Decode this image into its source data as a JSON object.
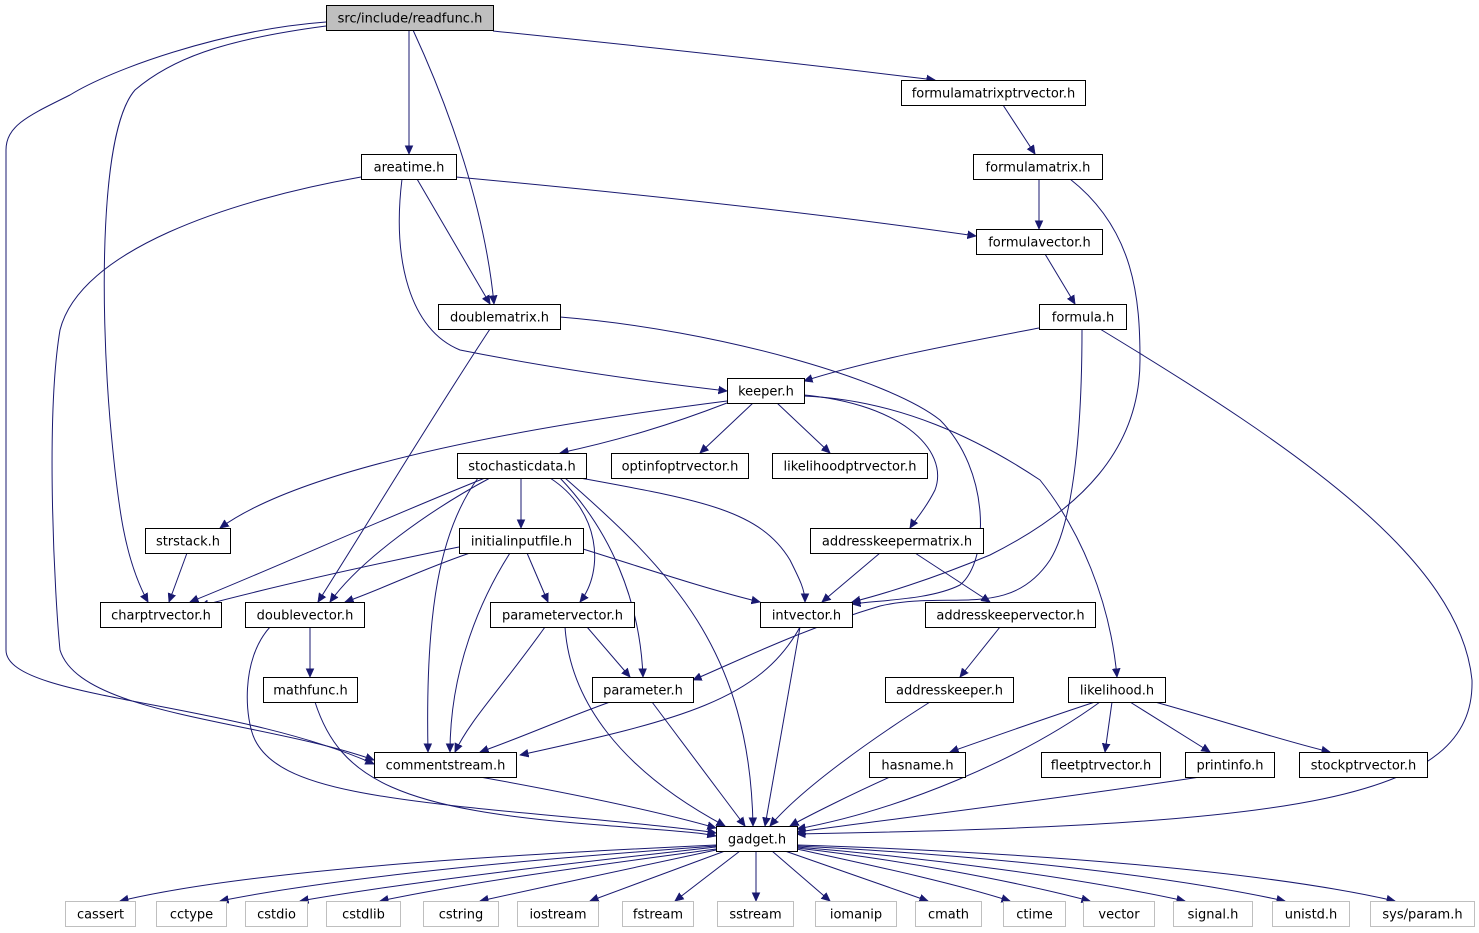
{
  "diagram": {
    "edge_color": "#191970",
    "root_fill": "#bfbfbf",
    "system_border": "#bfbfbf",
    "nodes": [
      {
        "id": "readfunc",
        "label": "src/include/readfunc.h",
        "kind": "root"
      },
      {
        "id": "formulamatrixptrvector",
        "label": "formulamatrixptrvector.h",
        "kind": "normal"
      },
      {
        "id": "areatime",
        "label": "areatime.h",
        "kind": "normal"
      },
      {
        "id": "formulamatrix",
        "label": "formulamatrix.h",
        "kind": "normal"
      },
      {
        "id": "formulavector",
        "label": "formulavector.h",
        "kind": "normal"
      },
      {
        "id": "doublematrix",
        "label": "doublematrix.h",
        "kind": "normal"
      },
      {
        "id": "formula",
        "label": "formula.h",
        "kind": "normal"
      },
      {
        "id": "keeper",
        "label": "keeper.h",
        "kind": "normal"
      },
      {
        "id": "stochasticdata",
        "label": "stochasticdata.h",
        "kind": "normal"
      },
      {
        "id": "optinfoptrvector",
        "label": "optinfoptrvector.h",
        "kind": "normal"
      },
      {
        "id": "likelihoodptrvector",
        "label": "likelihoodptrvector.h",
        "kind": "normal"
      },
      {
        "id": "strstack",
        "label": "strstack.h",
        "kind": "normal"
      },
      {
        "id": "initialinputfile",
        "label": "initialinputfile.h",
        "kind": "normal"
      },
      {
        "id": "addresskeepermatrix",
        "label": "addresskeepermatrix.h",
        "kind": "normal"
      },
      {
        "id": "charptrvector",
        "label": "charptrvector.h",
        "kind": "normal"
      },
      {
        "id": "doublevector",
        "label": "doublevector.h",
        "kind": "normal"
      },
      {
        "id": "parametervector",
        "label": "parametervector.h",
        "kind": "normal"
      },
      {
        "id": "intvector",
        "label": "intvector.h",
        "kind": "normal"
      },
      {
        "id": "addresskeepervector",
        "label": "addresskeepervector.h",
        "kind": "normal"
      },
      {
        "id": "mathfunc",
        "label": "mathfunc.h",
        "kind": "normal"
      },
      {
        "id": "parameter",
        "label": "parameter.h",
        "kind": "normal"
      },
      {
        "id": "addresskeeper",
        "label": "addresskeeper.h",
        "kind": "normal"
      },
      {
        "id": "likelihood",
        "label": "likelihood.h",
        "kind": "normal"
      },
      {
        "id": "commentstream",
        "label": "commentstream.h",
        "kind": "normal"
      },
      {
        "id": "hasname",
        "label": "hasname.h",
        "kind": "normal"
      },
      {
        "id": "fleetptrvector",
        "label": "fleetptrvector.h",
        "kind": "normal"
      },
      {
        "id": "printinfo",
        "label": "printinfo.h",
        "kind": "normal"
      },
      {
        "id": "stockptrvector",
        "label": "stockptrvector.h",
        "kind": "normal"
      },
      {
        "id": "gadget",
        "label": "gadget.h",
        "kind": "normal"
      },
      {
        "id": "cassert",
        "label": "cassert",
        "kind": "system"
      },
      {
        "id": "cctype",
        "label": "cctype",
        "kind": "system"
      },
      {
        "id": "cstdio",
        "label": "cstdio",
        "kind": "system"
      },
      {
        "id": "cstdlib",
        "label": "cstdlib",
        "kind": "system"
      },
      {
        "id": "cstring",
        "label": "cstring",
        "kind": "system"
      },
      {
        "id": "iostream",
        "label": "iostream",
        "kind": "system"
      },
      {
        "id": "fstream",
        "label": "fstream",
        "kind": "system"
      },
      {
        "id": "sstream",
        "label": "sstream",
        "kind": "system"
      },
      {
        "id": "iomanip",
        "label": "iomanip",
        "kind": "system"
      },
      {
        "id": "cmath",
        "label": "cmath",
        "kind": "system"
      },
      {
        "id": "ctime",
        "label": "ctime",
        "kind": "system"
      },
      {
        "id": "vector",
        "label": "vector",
        "kind": "system"
      },
      {
        "id": "signal",
        "label": "signal.h",
        "kind": "system"
      },
      {
        "id": "unistd",
        "label": "unistd.h",
        "kind": "system"
      },
      {
        "id": "sysparam",
        "label": "sys/param.h",
        "kind": "system"
      }
    ],
    "edges": [
      {
        "from": "readfunc",
        "to": "areatime"
      },
      {
        "from": "readfunc",
        "to": "doublematrix"
      },
      {
        "from": "readfunc",
        "to": "formulamatrixptrvector"
      },
      {
        "from": "readfunc",
        "to": "charptrvector"
      },
      {
        "from": "readfunc",
        "to": "commentstream"
      },
      {
        "from": "formulamatrixptrvector",
        "to": "formulamatrix"
      },
      {
        "from": "formulamatrix",
        "to": "formulavector"
      },
      {
        "from": "formulamatrix",
        "to": "intvector"
      },
      {
        "from": "formulavector",
        "to": "formula"
      },
      {
        "from": "formula",
        "to": "keeper"
      },
      {
        "from": "formula",
        "to": "parameter"
      },
      {
        "from": "formula",
        "to": "gadget"
      },
      {
        "from": "areatime",
        "to": "formulavector"
      },
      {
        "from": "areatime",
        "to": "doublematrix"
      },
      {
        "from": "areatime",
        "to": "keeper"
      },
      {
        "from": "areatime",
        "to": "commentstream"
      },
      {
        "from": "doublematrix",
        "to": "doublevector"
      },
      {
        "from": "doublematrix",
        "to": "intvector"
      },
      {
        "from": "keeper",
        "to": "stochasticdata"
      },
      {
        "from": "keeper",
        "to": "optinfoptrvector"
      },
      {
        "from": "keeper",
        "to": "likelihoodptrvector"
      },
      {
        "from": "keeper",
        "to": "strstack"
      },
      {
        "from": "keeper",
        "to": "addresskeepermatrix"
      },
      {
        "from": "keeper",
        "to": "likelihood"
      },
      {
        "from": "stochasticdata",
        "to": "initialinputfile"
      },
      {
        "from": "stochasticdata",
        "to": "charptrvector"
      },
      {
        "from": "stochasticdata",
        "to": "doublevector"
      },
      {
        "from": "stochasticdata",
        "to": "parametervector"
      },
      {
        "from": "stochasticdata",
        "to": "intvector"
      },
      {
        "from": "stochasticdata",
        "to": "parameter"
      },
      {
        "from": "stochasticdata",
        "to": "commentstream"
      },
      {
        "from": "stochasticdata",
        "to": "gadget"
      },
      {
        "from": "strstack",
        "to": "charptrvector"
      },
      {
        "from": "initialinputfile",
        "to": "charptrvector"
      },
      {
        "from": "initialinputfile",
        "to": "doublevector"
      },
      {
        "from": "initialinputfile",
        "to": "parametervector"
      },
      {
        "from": "initialinputfile",
        "to": "intvector"
      },
      {
        "from": "initialinputfile",
        "to": "commentstream"
      },
      {
        "from": "addresskeepermatrix",
        "to": "intvector"
      },
      {
        "from": "addresskeepermatrix",
        "to": "addresskeepervector"
      },
      {
        "from": "addresskeepervector",
        "to": "addresskeeper"
      },
      {
        "from": "addresskeeper",
        "to": "gadget"
      },
      {
        "from": "doublevector",
        "to": "mathfunc"
      },
      {
        "from": "doublevector",
        "to": "gadget"
      },
      {
        "from": "mathfunc",
        "to": "gadget"
      },
      {
        "from": "parametervector",
        "to": "parameter"
      },
      {
        "from": "parametervector",
        "to": "commentstream"
      },
      {
        "from": "parametervector",
        "to": "gadget"
      },
      {
        "from": "parameter",
        "to": "commentstream"
      },
      {
        "from": "parameter",
        "to": "gadget"
      },
      {
        "from": "intvector",
        "to": "commentstream"
      },
      {
        "from": "intvector",
        "to": "gadget"
      },
      {
        "from": "commentstream",
        "to": "gadget"
      },
      {
        "from": "likelihood",
        "to": "hasname"
      },
      {
        "from": "likelihood",
        "to": "fleetptrvector"
      },
      {
        "from": "likelihood",
        "to": "printinfo"
      },
      {
        "from": "likelihood",
        "to": "stockptrvector"
      },
      {
        "from": "likelihood",
        "to": "gadget"
      },
      {
        "from": "hasname",
        "to": "gadget"
      },
      {
        "from": "printinfo",
        "to": "gadget"
      },
      {
        "from": "gadget",
        "to": "cassert"
      },
      {
        "from": "gadget",
        "to": "cctype"
      },
      {
        "from": "gadget",
        "to": "cstdio"
      },
      {
        "from": "gadget",
        "to": "cstdlib"
      },
      {
        "from": "gadget",
        "to": "cstring"
      },
      {
        "from": "gadget",
        "to": "iostream"
      },
      {
        "from": "gadget",
        "to": "fstream"
      },
      {
        "from": "gadget",
        "to": "sstream"
      },
      {
        "from": "gadget",
        "to": "iomanip"
      },
      {
        "from": "gadget",
        "to": "cmath"
      },
      {
        "from": "gadget",
        "to": "ctime"
      },
      {
        "from": "gadget",
        "to": "vector"
      },
      {
        "from": "gadget",
        "to": "signal"
      },
      {
        "from": "gadget",
        "to": "unistd"
      },
      {
        "from": "gadget",
        "to": "sysparam"
      }
    ]
  }
}
